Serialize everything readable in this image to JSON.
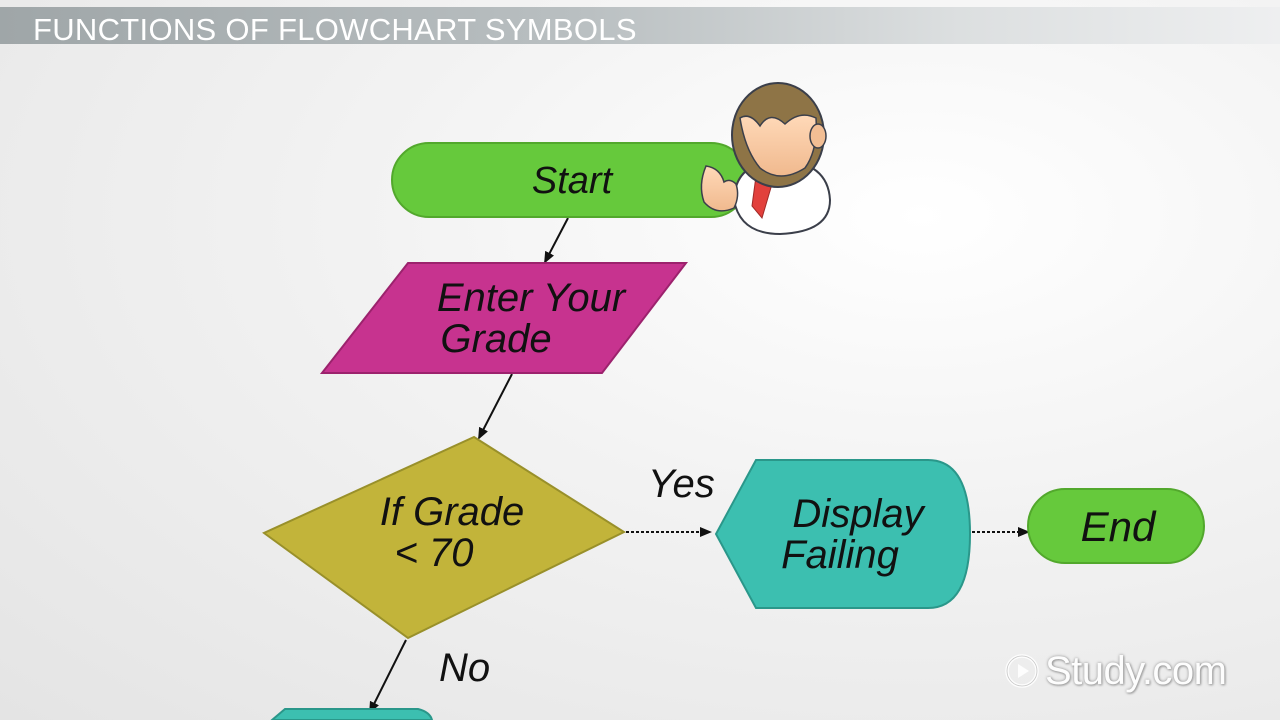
{
  "header": {
    "title": "FUNCTIONS OF FLOWCHART SYMBOLS"
  },
  "flowchart": {
    "start": "Start",
    "input_line1": "Enter Your",
    "input_line2": "Grade",
    "decision_line1": "If Grade",
    "decision_line2": "< 70",
    "yes_label": "Yes",
    "no_label": "No",
    "display_line1": "Display",
    "display_line2": "Failing",
    "end": "End"
  },
  "colors": {
    "terminator": "#66c93c",
    "input": "#c7338f",
    "decision": "#c2b43a",
    "display": "#3cbfb0"
  },
  "watermark": {
    "text": "Study.com"
  }
}
